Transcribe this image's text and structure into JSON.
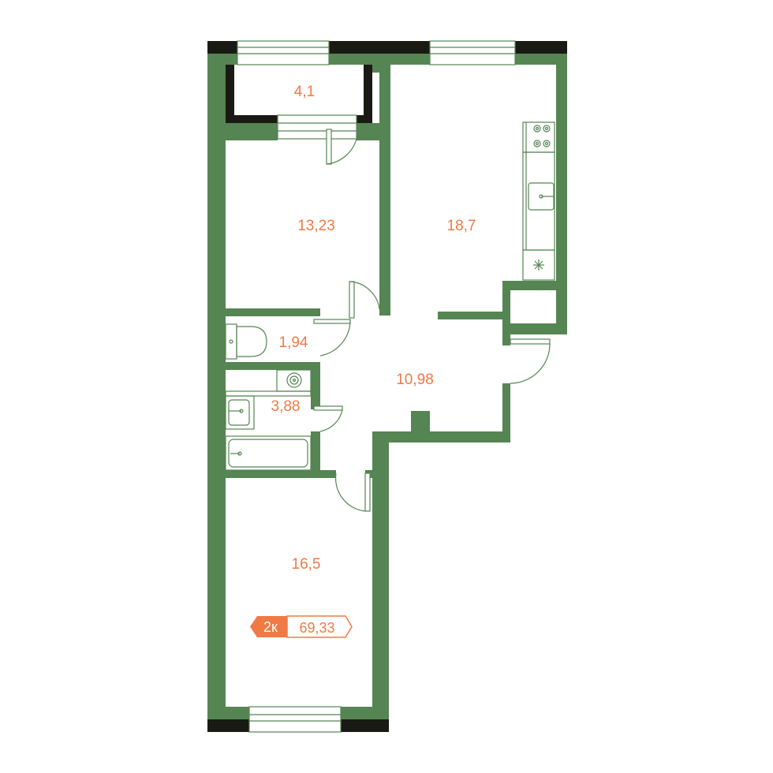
{
  "apartment": {
    "type_label": "2к",
    "total_area": "69,33"
  },
  "rooms": [
    {
      "id": "balcony",
      "area": "4,1"
    },
    {
      "id": "bedroom-1",
      "area": "13,23"
    },
    {
      "id": "kitchen-living",
      "area": "18,7"
    },
    {
      "id": "toilet",
      "area": "1,94"
    },
    {
      "id": "hallway",
      "area": "10,98"
    },
    {
      "id": "bathroom",
      "area": "3,88"
    },
    {
      "id": "bedroom-2",
      "area": "16,5"
    }
  ],
  "colors": {
    "wall": "#558552",
    "outer_wall_cap": "#1a1a14",
    "label": "#F07A45",
    "fixture_line": "#558552",
    "floor": "#ffffff"
  },
  "icons": [
    "stove-icon",
    "sink-icon",
    "fridge-icon",
    "toilet-icon",
    "washbasin-icon",
    "bathtub-icon",
    "boiler-icon",
    "door-swing-icon",
    "window-icon"
  ]
}
